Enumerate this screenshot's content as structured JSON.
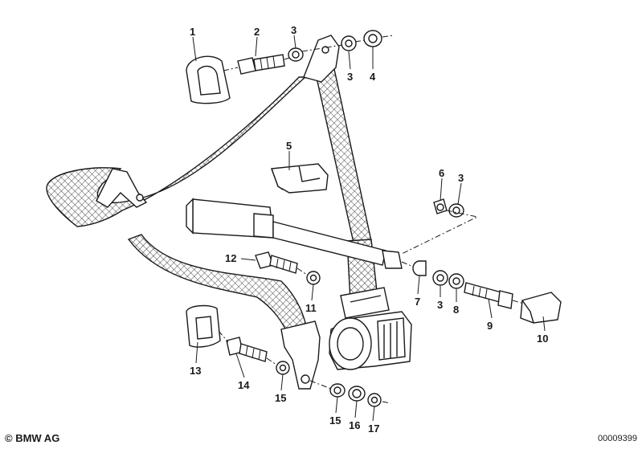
{
  "callouts": {
    "c1": "1",
    "c2": "2",
    "c3a": "3",
    "c3b": "3",
    "c4": "4",
    "c5": "5",
    "c6": "6",
    "c3c": "3",
    "c7": "7",
    "c3d": "3",
    "c8": "8",
    "c9": "9",
    "c10": "10",
    "c11": "11",
    "c12": "12",
    "c13": "13",
    "c14": "14",
    "c15a": "15",
    "c15b": "15",
    "c16": "16",
    "c17": "17"
  },
  "footer": {
    "copyright": "© BMW AG",
    "diagram_number": "00009399"
  }
}
